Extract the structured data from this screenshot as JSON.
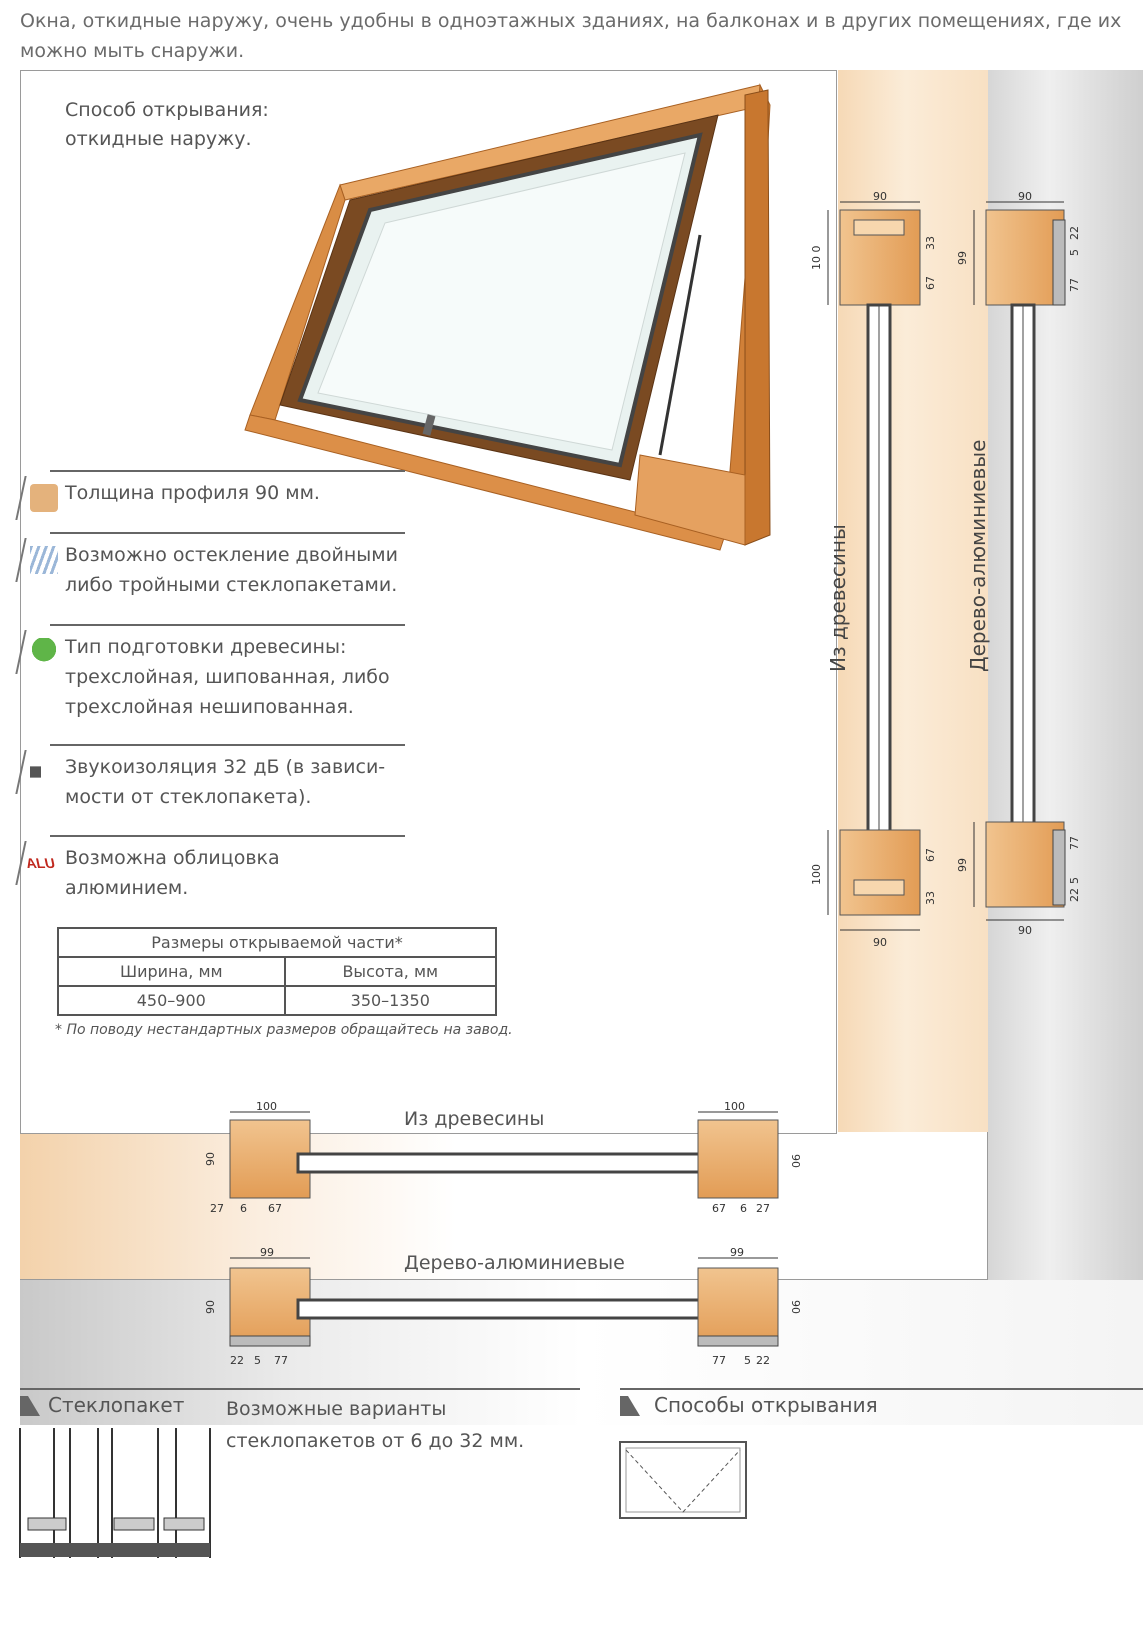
{
  "intro_text": "Окна, откидные наружу, очень удобны в одноэтажных зданиях, на балконах и в других помещениях, где их можно мыть снаружи.",
  "opening": {
    "line1": "Способ открывания:",
    "line2": "откидные наружу."
  },
  "features": [
    {
      "icon": "profile-icon",
      "lines": [
        "Толщина профиля 90 мм."
      ]
    },
    {
      "icon": "glass-icon",
      "lines": [
        "Возможно остекление двойными",
        "либо тройными стеклопакетами."
      ]
    },
    {
      "icon": "tree-icon",
      "lines": [
        "Тип подготовки древесины:",
        "трехслойная, шипованная, либо",
        "трехслойная нешипованная."
      ]
    },
    {
      "icon": "speaker-icon",
      "lines": [
        "Звукоизоляция 32 дБ (в зависи-",
        "мости от стеклопакета)."
      ]
    },
    {
      "icon": "alu-badge",
      "badge": "ALU",
      "lines": [
        "Возможна облицовка алюминием."
      ]
    }
  ],
  "sizes_table": {
    "title": "Размеры открываемой части*",
    "headers": [
      "Ширина, мм",
      "Высота, мм"
    ],
    "row": [
      "450–900",
      "350–1350"
    ]
  },
  "footnote": "* По поводу нестандартных размеров обращайтесь на завод.",
  "vertical_labels": {
    "wood": "Из древесины",
    "wood_alu": "Дерево-алюминиевые"
  },
  "horizontal_labels": {
    "wood": "Из древесины",
    "wood_alu": "Дерево-алюминиевые"
  },
  "dims": {
    "v_wood_top": {
      "w": "90",
      "h": "10 0",
      "a": "33",
      "b": "67"
    },
    "v_alu_top": {
      "w": "90",
      "h": "99",
      "a": "22",
      "b": "5",
      "c": "77"
    },
    "v_wood_bot": {
      "w": "90",
      "h": "100",
      "a": "67",
      "b": "33"
    },
    "v_alu_bot": {
      "w": "90",
      "h": "99",
      "a": "77",
      "b": "5",
      "c": "22"
    },
    "h_wood_left": {
      "w": "100",
      "h": "90",
      "a": "27",
      "b": "6",
      "c": "67"
    },
    "h_wood_right": {
      "w": "100",
      "h": "90",
      "a": "67",
      "b": "6",
      "c": "27"
    },
    "h_alu_left": {
      "w": "99",
      "h": "90",
      "a": "22",
      "b": "5",
      "c": "77"
    },
    "h_alu_right": {
      "w": "99",
      "h": "90",
      "a": "77",
      "b": "5",
      "c": "22"
    }
  },
  "glass_section": {
    "title": "Стеклопакет",
    "text_line1": "Возможные варианты",
    "text_line2": "стеклопакетов от 6 до 32 мм."
  },
  "opening_section": {
    "title": "Способы открывания"
  },
  "colors": {
    "wood": "#e3a35f",
    "wood_dark": "#c97a35",
    "frame_line": "#555555",
    "gray": "#dcdcdc"
  }
}
